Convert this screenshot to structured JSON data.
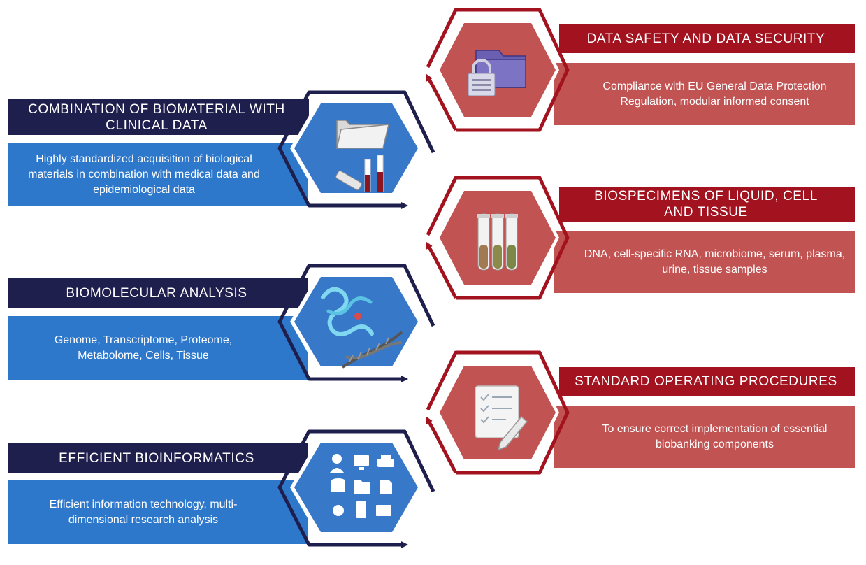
{
  "colors": {
    "navy": "#1f1f4e",
    "blue": "#2e78cc",
    "hex_blue": "#3878c9",
    "crimson": "#a3121f",
    "salmon": "#c15353"
  },
  "left_blocks": [
    {
      "title": "COMBINATION OF BIOMATERIAL WITH CLINICAL DATA",
      "description": "Highly standardized acquisition of biological materials in combination with medical data and epidemiological data",
      "icon": "folder-and-test-tubes-icon"
    },
    {
      "title": "BIOMOLECULAR ANALYSIS",
      "description": "Genome, Transcriptome, Proteome, Metabolome, Cells, Tissue",
      "icon": "protein-and-dna-icon"
    },
    {
      "title": "EFFICIENT BIOINFORMATICS",
      "description": "Efficient information technology, multi-dimensional research analysis",
      "icon": "computing-grid-icon"
    }
  ],
  "right_blocks": [
    {
      "title": "DATA SAFETY AND DATA SECURITY",
      "description": "Compliance with EU General Data Protection Regulation, modular informed consent",
      "icon": "locked-folder-icon"
    },
    {
      "title": "BIOSPECIMENS OF LIQUID, CELL AND TISSUE",
      "description": "DNA, cell-specific RNA, microbiome, serum, plasma, urine, tissue samples",
      "icon": "sample-tubes-icon"
    },
    {
      "title": "STANDARD OPERATING PROCEDURES",
      "description": "To ensure correct implementation of essential biobanking components",
      "icon": "checklist-pencil-icon"
    }
  ]
}
